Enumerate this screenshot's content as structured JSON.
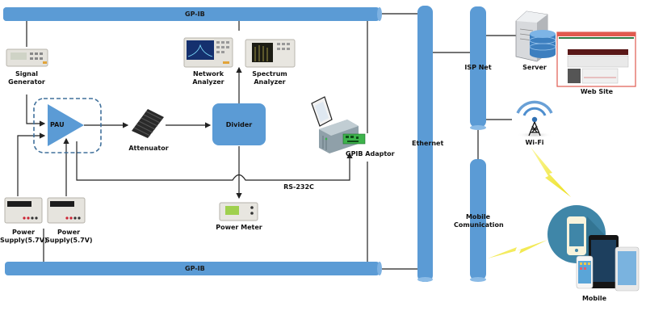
{
  "diagram": {
    "buses": {
      "gpib_top": "GP-IB",
      "gpib_bottom": "GP-IB",
      "ethernet": "Ethernet",
      "isp_net": "ISP Net",
      "mobile_comm": [
        "Mobile",
        "Comunication"
      ]
    },
    "devices": {
      "signal_generator": [
        "Signal",
        "Generator"
      ],
      "network_analyzer": [
        "Network",
        "Analyzer"
      ],
      "spectrum_analyzer": [
        "Spectrum",
        "Analyzer"
      ],
      "pau": "PAU",
      "attenuator": "Attenuator",
      "divider": "Divider",
      "gpib_adaptor": "GPIB Adaptor",
      "power_supply_1": [
        "Power",
        "Supply(5.7V)"
      ],
      "power_supply_2": [
        "Power",
        "Supply(5.7V)"
      ],
      "power_meter": "Power Meter",
      "server": "Server",
      "web_site": "Web Site",
      "wifi": "Wi-Fi",
      "mobile": "Mobile"
    },
    "links": {
      "rs232c": "RS-232C"
    },
    "colors": {
      "bus_blue": "#5b9bd5",
      "bus_blue_dark": "#4a86bf",
      "divider_fill": "#5b9bd5",
      "pau_fill": "#5b9bd5",
      "pau_dash": "#41719c",
      "line": "#222222",
      "lightning": "#f4f040",
      "mobile_circle": "#3f86a8"
    }
  }
}
